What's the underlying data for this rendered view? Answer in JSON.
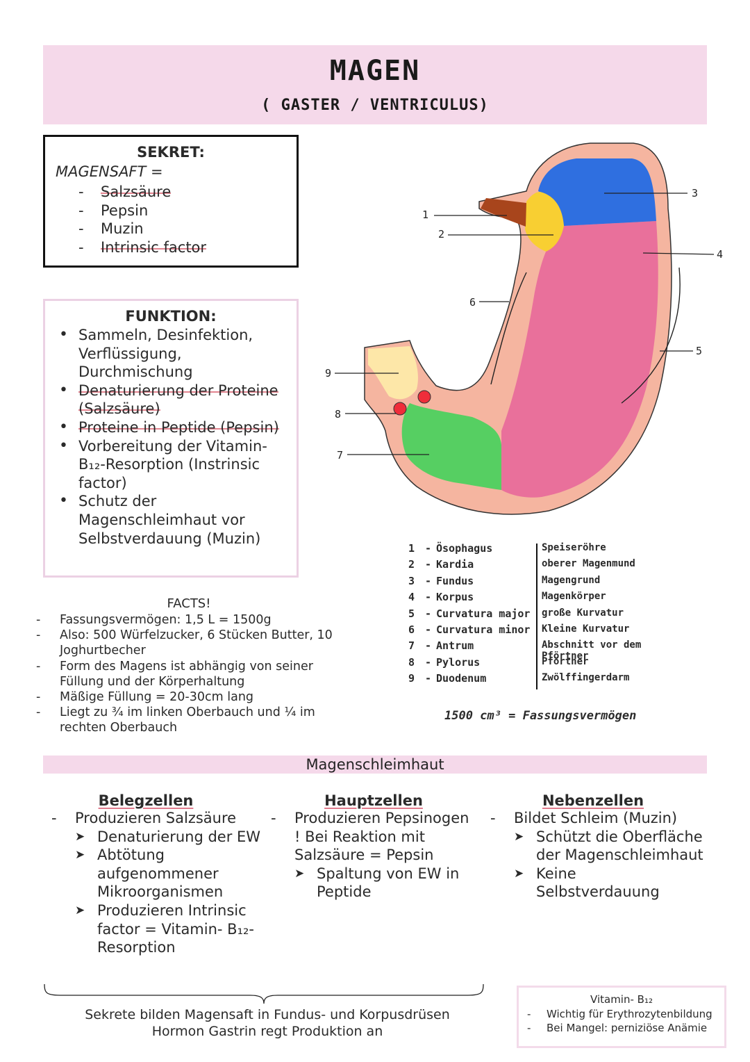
{
  "header": {
    "title": "MAGEN",
    "subtitle": "( GASTER / VENTRICULUS)"
  },
  "sekret": {
    "heading": "SEKRET:",
    "intro": "MAGENSAFT =",
    "items": [
      "Salzsäure",
      "Pepsin",
      "Muzin",
      "Intrinsic factor"
    ]
  },
  "funktion": {
    "heading": "FUNKTION:",
    "items": [
      "Sammeln, Desinfektion, Verflüssigung, Durchmischung",
      "Denaturierung der Proteine (Salzsäure)",
      "Proteine in Peptide (Pepsin)",
      "Vorbereitung der Vitamin-B₁₂-Resorption (Instrinsic factor)",
      "Schutz der Magenschleimhaut vor Selbstverdauung (Muzin)"
    ]
  },
  "facts": {
    "heading": "FACTS!",
    "items": [
      "Fassungsvermögen: 1,5 L = 1500g",
      "Also: 500 Würfelzucker, 6 Stücken Butter, 10 Joghurtbecher",
      "Form des Magens ist abhängig von seiner Füllung und der Körperhaltung",
      "Mäßige Füllung = 20-30cm lang",
      "Liegt zu ¾ im linken Oberbauch und ¼ im rechten Oberbauch"
    ]
  },
  "diagram": {
    "labels": [
      "1",
      "2",
      "3",
      "4",
      "5",
      "6",
      "7",
      "8",
      "9"
    ],
    "colors": {
      "oesophagus": "#a8451c",
      "kardia": "#f8cf32",
      "fundus": "#2f6fe0",
      "korpus": "#e9709b",
      "antrum": "#56cf62",
      "pylorus": "#ef2d3a",
      "duodenum": "#fde7a8",
      "wall": "#f5b5a0"
    }
  },
  "legend": {
    "rows": [
      {
        "num": "1",
        "latin": "Ösophagus",
        "german": "Speiseröhre"
      },
      {
        "num": "2",
        "latin": "Kardia",
        "german": "oberer Magenmund"
      },
      {
        "num": "3",
        "latin": "Fundus",
        "german": "Magengrund"
      },
      {
        "num": "4",
        "latin": "Korpus",
        "german": "Magenkörper"
      },
      {
        "num": "5",
        "latin": "Curvatura major",
        "german": "große Kurvatur"
      },
      {
        "num": "6",
        "latin": "Curvatura minor",
        "german": "Kleine Kurvatur"
      },
      {
        "num": "7",
        "latin": "Antrum",
        "german": "Abschnitt vor dem Pförtner"
      },
      {
        "num": "8",
        "latin": "Pylorus",
        "german": "Pförtner"
      },
      {
        "num": "9",
        "latin": "Duodenum",
        "german": "Zwölffingerdarm"
      }
    ],
    "dash": "-",
    "capacity": "1500 cm³ = Fassungsvermögen"
  },
  "schleimhaut": {
    "title": "Magenschleimhaut",
    "belegzellen": {
      "title": "Belegzellen",
      "lead": "Produzieren Salzsäure",
      "points": [
        "Denaturierung der EW",
        "Abtötung aufgenommener Mikroorganismen",
        "Produzieren Intrinsic factor = Vitamin- B₁₂-Resorption"
      ]
    },
    "hauptzellen": {
      "title": "Hauptzellen",
      "lead": "Produzieren Pepsinogen",
      "note": "! Bei Reaktion mit Salzsäure = Pepsin",
      "points": [
        "Spaltung von EW in Peptide"
      ]
    },
    "nebenzellen": {
      "title": "Nebenzellen",
      "lead": "Bildet Schleim (Muzin)",
      "points": [
        "Schützt die Oberfläche der Magenschleimhaut",
        "Keine Selbstverdauung"
      ]
    },
    "summary": [
      "Sekrete bilden Magensaft in Fundus- und Korpusdrüsen",
      "Hormon Gastrin regt Produktion an"
    ]
  },
  "vitamin_b12": {
    "title": "Vitamin- B₁₂",
    "items": [
      "Wichtig für Erythrozytenbildung",
      "Bei Mangel: perniziöse Anämie"
    ]
  }
}
